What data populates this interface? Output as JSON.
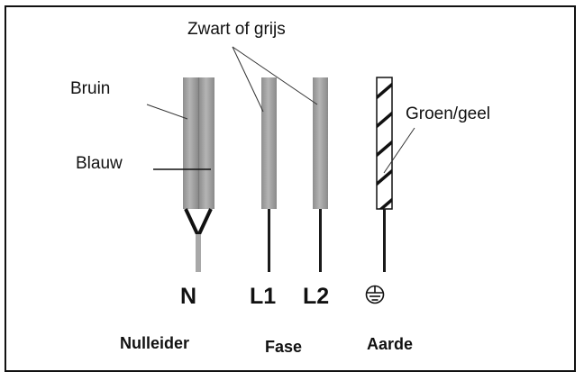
{
  "labels": {
    "zwart_of_grijs": "Zwart of grijs",
    "bruin": "Bruin",
    "blauw": "Blauw",
    "groen_geel": "Groen/geel"
  },
  "terminals": {
    "n": "N",
    "l1": "L1",
    "l2": "L2"
  },
  "groups": {
    "nulleider": "Nulleider",
    "fase": "Fase",
    "aarde": "Aarde"
  },
  "colors": {
    "sheath": "#9c9c9c",
    "sheath_light": "#bdbdbd",
    "conductor_black": "#1a1a1a",
    "outline": "#111111"
  }
}
